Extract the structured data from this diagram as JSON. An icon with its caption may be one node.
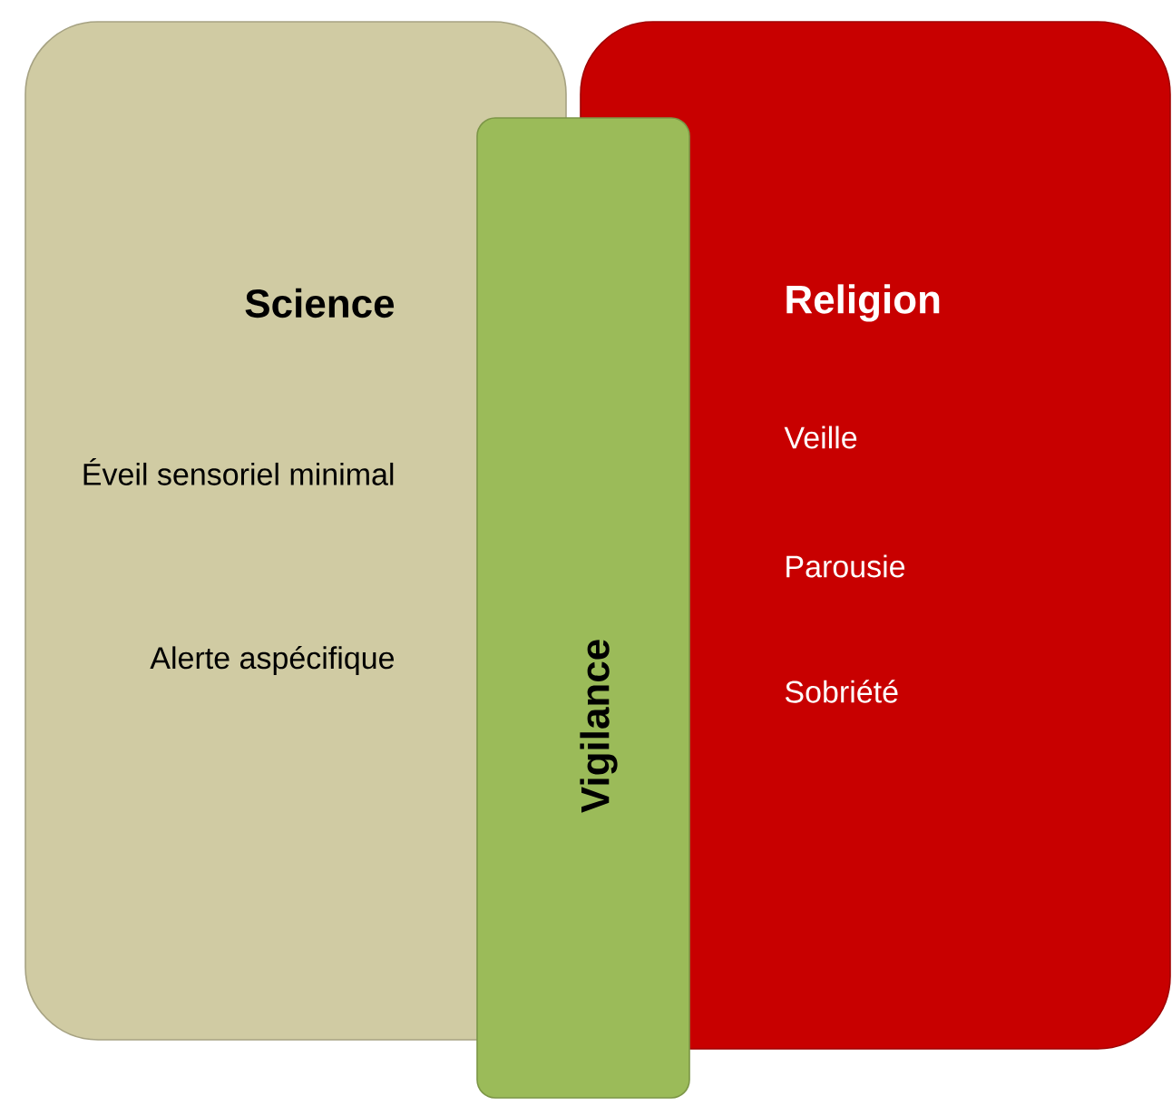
{
  "diagram": {
    "nodes": [
      {
        "text": [
          "Science",
          "Éveil sensoriel minimal",
          "Alerte aspécifique"
        ]
      },
      {
        "text": [
          "Religion",
          "Veille",
          "Parousie",
          "Sobriété"
        ]
      },
      {
        "text": [
          "Vigilance"
        ]
      }
    ]
  }
}
